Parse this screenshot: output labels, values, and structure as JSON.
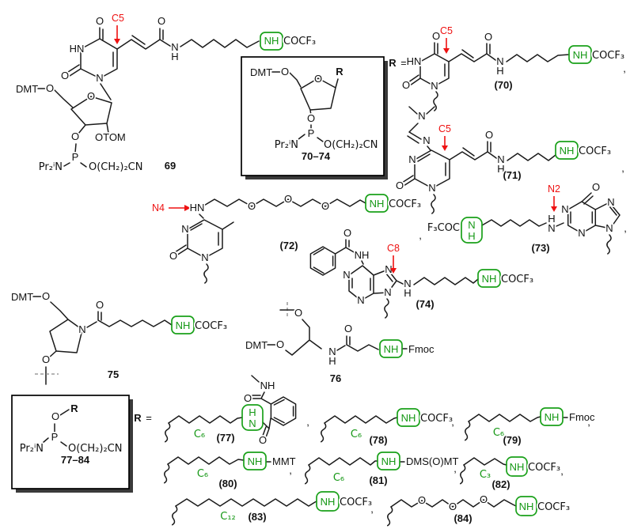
{
  "colors": {
    "bond": "#1a1a1a",
    "green": "#159815",
    "red": "#EE1111"
  },
  "labels": {
    "O": "O",
    "N": "N",
    "P": "P",
    "H": "H",
    "HN": "HN",
    "NH": "NH",
    "R": "R",
    "EQ": "=",
    "COMMA": ",",
    "DMT": "DMT",
    "OTOM": "OTOM",
    "COCF3": "COCF₃",
    "F3COC": "F₃COC",
    "PR2IN": "Pr₂ⁱN",
    "OCH2CN": "O(CH₂)₂CN",
    "FMOC": "Fmoc",
    "MMT": "MMT",
    "DMSOMT": "DMS(O)MT",
    "C6": "C₆",
    "C3": "C₃",
    "C12": "C₁₂"
  },
  "sites": {
    "C5": "C5",
    "N4": "N4",
    "N2": "N2",
    "C8": "C8"
  },
  "compounds": {
    "c69": "69",
    "c70_74": "70–74",
    "c75": "75",
    "c76": "76",
    "c77_84": "77–84",
    "p70": "(70)",
    "p71": "(71)",
    "p72": "(72)",
    "p73": "(73)",
    "p74": "(74)",
    "p77": "(77)",
    "p78": "(78)",
    "p79": "(79)",
    "p80": "(80)",
    "p81": "(81)",
    "p82": "(82)",
    "p83": "(83)",
    "p84": "(84)"
  }
}
